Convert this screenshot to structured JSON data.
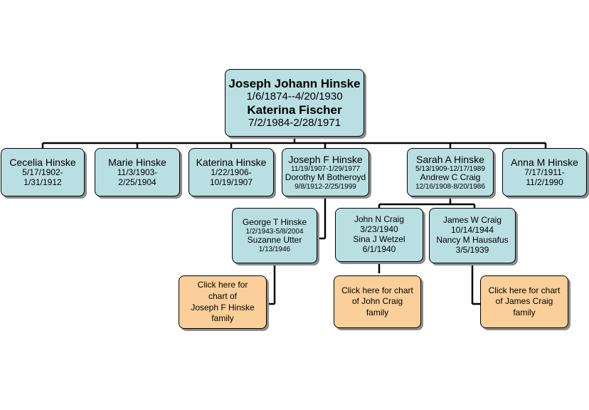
{
  "root": {
    "name1": "Joseph Johann Hinske",
    "dates1": "1/6/1874--4/20/1930",
    "name2": "Katerina Fischer",
    "dates2": "7/2/1984-2/28/1971"
  },
  "children": [
    {
      "name": "Cecelia Hinske",
      "line1": "5/17/1902-",
      "line2": "1/31/1912"
    },
    {
      "name": "Marie Hinske",
      "line1": "11/3/1903-",
      "line2": "2/25/1904"
    },
    {
      "name": "Katerina Hinske",
      "line1": "1/22/1906-",
      "line2": "10/19/1907"
    },
    {
      "name": "Joseph F Hinske",
      "line1": "11/19/1907-1/29/1977",
      "line2": "Dorothy M Botheroyd",
      "line3": "9/8/1912-2/25/1999"
    },
    {
      "name": "Sarah A Hinske",
      "line1": "5/13/1909-12/17/1989",
      "line2": "Andrew C Craig",
      "line3": "12/16/1908-8/20/1986"
    },
    {
      "name": "Anna M Hinske",
      "line1": "7/17/1911-",
      "line2": "11/2/1990"
    }
  ],
  "grandchildren": [
    {
      "name": "George T Hinske",
      "line1": "1/2/1943-5/8/2004",
      "line2": "Suzanne Utter",
      "line3": "1/13/1946"
    },
    {
      "name": "John N Craig",
      "line1": "3/23/1940",
      "line2": "Sina J Wetzel",
      "line3": "6/1/1940"
    },
    {
      "name": "James W Craig",
      "line1": "10/14/1944",
      "line2": "Nancy  M Hausafus",
      "line3": "3/5/1939"
    }
  ],
  "links": [
    {
      "lines": [
        "Click here for",
        "chart of",
        "Joseph F Hinske",
        "family"
      ]
    },
    {
      "lines": [
        "Click here for chart",
        "of John Craig",
        "family"
      ]
    },
    {
      "lines": [
        "Click here for chart",
        "of James Craig",
        "family"
      ]
    }
  ]
}
